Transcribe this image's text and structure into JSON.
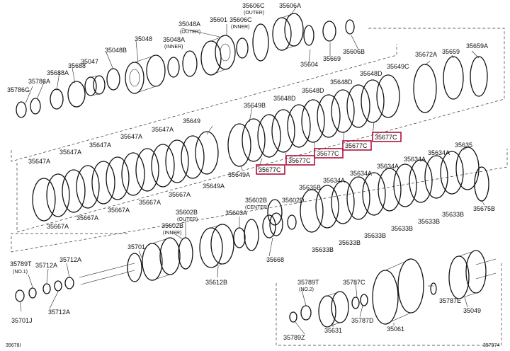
{
  "labels": {
    "l35606C_outer": "35606C",
    "l_outer1": "(OUTER)",
    "l35606A": "35606A",
    "l35606C_inner": "35606C",
    "l_inner1": "(INNER)",
    "l35048A_outer": "35048A",
    "l_outer2": "(OUTER)",
    "l35601": "35601",
    "l35048": "35048",
    "l35048A_inner": "35048A",
    "l_inner2": "(INNER)",
    "l35048B": "35048B",
    "l35047": "35047",
    "l35688": "35688",
    "l35688A": "35688A",
    "l35786A": "35786A",
    "l35786G": "35786G",
    "l35604": "35604",
    "l35669": "35669",
    "l35606B": "35606B",
    "l35672A": "35672A",
    "l35659": "35659",
    "l35659A": "35659A",
    "l35649C": "35649C",
    "l35648D_a": "35648D",
    "l35648D_b": "35648D",
    "l35648D_c": "35648D",
    "l35648D_d": "35648D",
    "l35649B": "35649B",
    "l35649": "35649",
    "l35647A_1": "35647A",
    "l35647A_2": "35647A",
    "l35647A_3": "35647A",
    "l35647A_4": "35647A",
    "l35647A_5": "35647A",
    "l35667A_1": "35667A",
    "l35667A_2": "35667A",
    "l35667A_3": "35667A",
    "l35667A_4": "35667A",
    "l35667A_5": "35667A",
    "l35649A_1": "35649A",
    "l35649A_2": "35649A",
    "l35677C_1": "35677C",
    "l35677C_2": "35677C",
    "l35677C_3": "35677C",
    "l35677C_4": "35677C",
    "l35677C_5": "35677C",
    "l35635": "35635",
    "l35634A_1": "35634A",
    "l35634A_2": "35634A",
    "l35634A_3": "35634A",
    "l35634A_4": "35634A",
    "l35634A_5": "35634A",
    "l35635B": "35635B",
    "l35602D": "35602D",
    "l35633B_1": "35633B",
    "l35633B_2": "35633B",
    "l35633B_3": "35633B",
    "l35633B_4": "35633B",
    "l35633B_5": "35633B",
    "l35633B_6": "35633B",
    "l35675B": "35675B",
    "l35602B_outer": "35602B",
    "l_outer3": "(OUTER)",
    "l35602B_inner": "35602B",
    "l_inner3": "(INNER)",
    "l35602B_center": "35602B",
    "l_center": "(CENTER)",
    "l35603A": "35603A",
    "l35701": "35701",
    "l35612B": "35612B",
    "l35668": "35668",
    "l35789T_1": "35789T",
    "l_no1": "(NO.1)",
    "l35712A_1": "35712A",
    "l35712A_2": "35712A",
    "l35712A_3": "35712A",
    "l35701J": "35701J",
    "l35789T_2": "35789T",
    "l_no2": "(NO.2)",
    "l35787C": "35787C",
    "l35787E": "35787E",
    "l35049": "35049",
    "l35787D": "35787D",
    "l35789Z": "35789Z",
    "l35631": "35631",
    "l35061": "35061",
    "l_ref_left": "35678I",
    "l_ref_right": "357974"
  },
  "colors": {
    "line": "#111111",
    "highlight": "#b0103a",
    "background": "#ffffff"
  }
}
